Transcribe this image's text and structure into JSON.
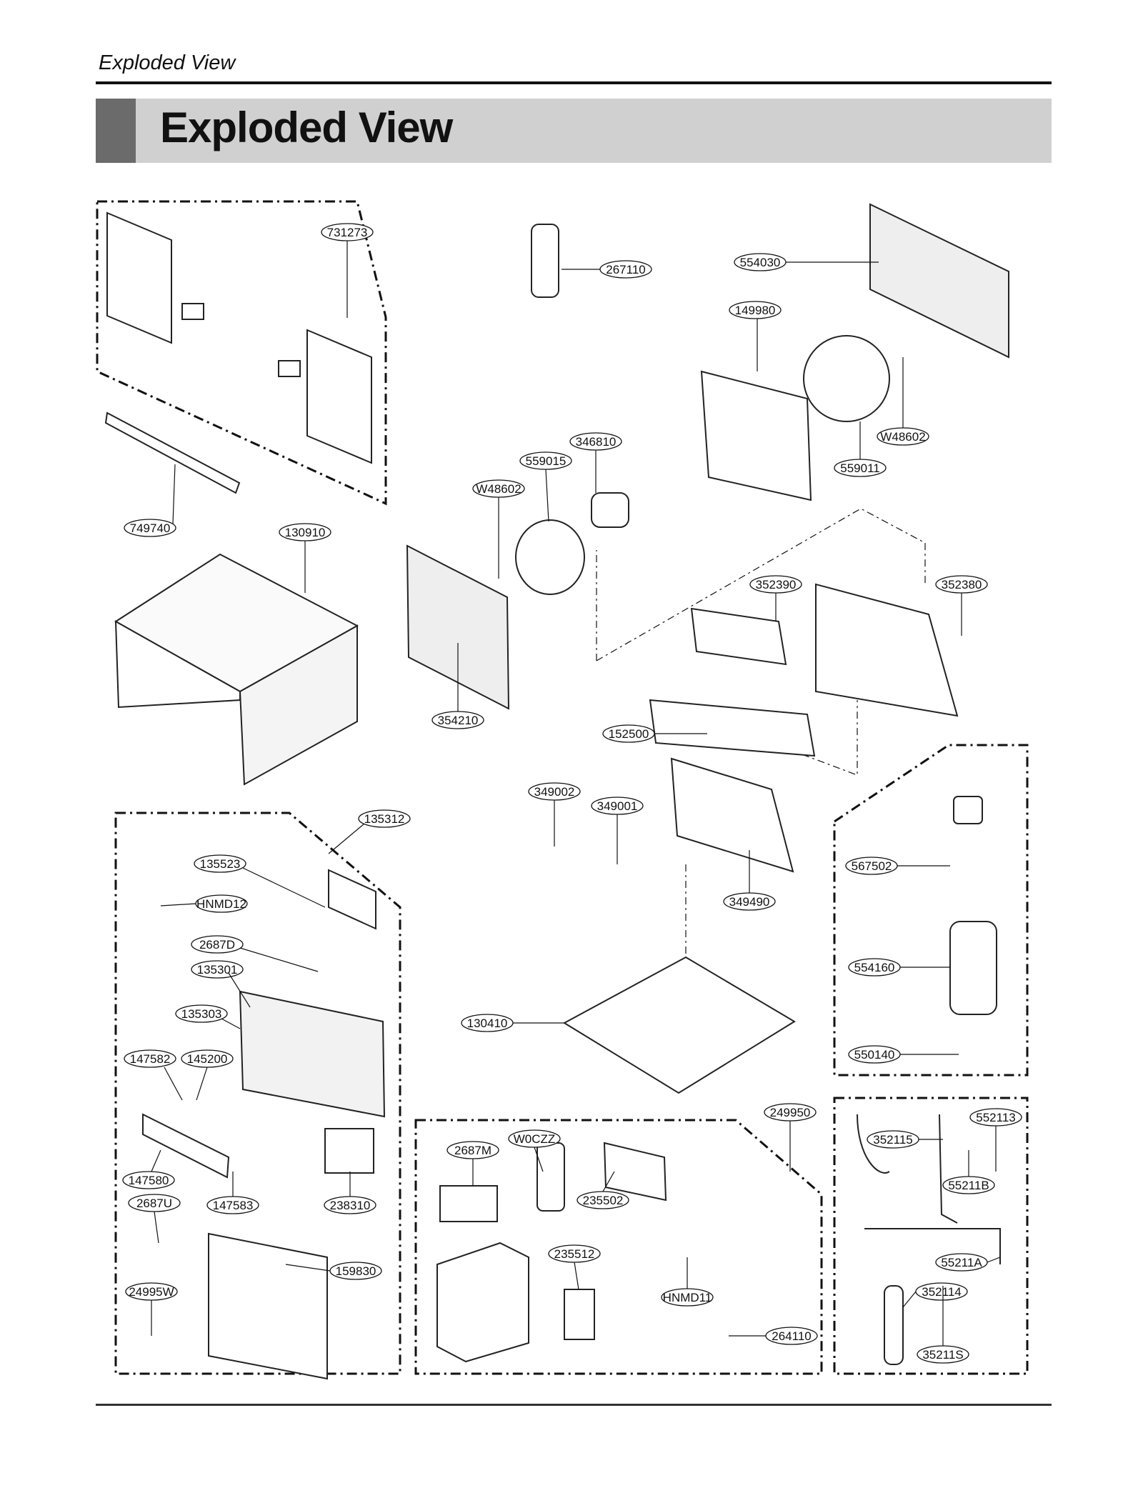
{
  "header": {
    "running_title": "Exploded View",
    "section_title": "Exploded View"
  },
  "parts": [
    "731273",
    "267110",
    "554030",
    "149980",
    "346810",
    "559015",
    "W48602",
    "559011",
    "W48602",
    "749740",
    "130910",
    "352390",
    "352380",
    "354210",
    "152500",
    "349002",
    "349001",
    "135312",
    "135523",
    "HNMD12",
    "567502",
    "349490",
    "2687D",
    "135301",
    "554160",
    "135303",
    "130410",
    "147582",
    "145200",
    "550140",
    "249950",
    "552113",
    "W0CZZ",
    "352115",
    "2687M",
    "55211B",
    "235502",
    "147580",
    "2687U",
    "147583",
    "238310",
    "55211A",
    "235512",
    "159830",
    "24995W",
    "352114",
    "HNMD11",
    "264110",
    "35211S"
  ]
}
